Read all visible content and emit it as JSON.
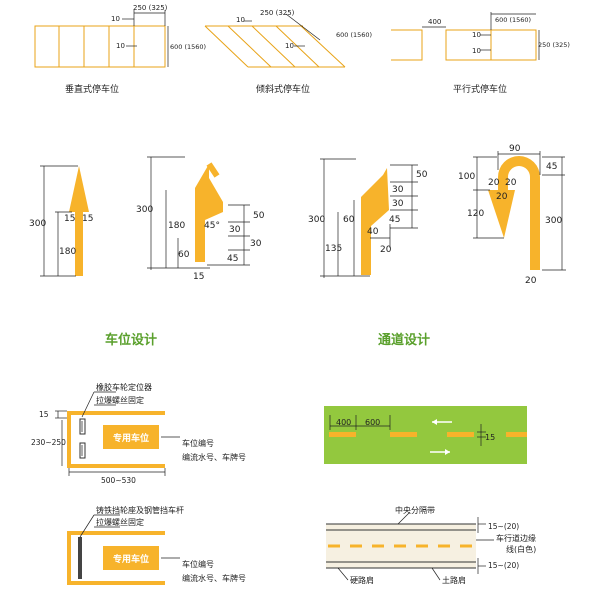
{
  "colors": {
    "yellow": "#f7b32b",
    "yellow_line": "#e8a317",
    "green_field": "#93c83e",
    "heading_green": "#5aa02c",
    "road": "#f6f0e1",
    "dim": "#222222"
  },
  "parking_types": {
    "perpendicular": {
      "caption": "垂直式停车位",
      "d250": "250 (325)",
      "d10a": "10",
      "d10b": "10",
      "d600": "600 (1560)"
    },
    "angled": {
      "caption": "倾斜式停车位",
      "d250": "250 (325)",
      "d10a": "10",
      "d10b": "10",
      "d600": "600 (1560)"
    },
    "parallel": {
      "caption": "平行式停车位",
      "d400": "400",
      "d600": "600 (1560)",
      "d10a": "10",
      "d10b": "10",
      "d250": "250 (325)"
    }
  },
  "arrows": {
    "straight": {
      "d300": "300",
      "d15a": "15",
      "d15b": "15",
      "d180": "180"
    },
    "turn": {
      "d300": "300",
      "d180": "180",
      "d60": "60",
      "d45deg": "45°",
      "d50": "50",
      "d30a": "30",
      "d30b": "30",
      "d45": "45",
      "d15": "15"
    },
    "merge": {
      "d300": "300",
      "d60": "60",
      "d135": "135",
      "d40": "40",
      "d20": "20",
      "d50": "50",
      "d30a": "30",
      "d30b": "30",
      "d45": "45"
    },
    "uturn": {
      "d90": "90",
      "d45": "45",
      "d100": "100",
      "d20a": "20",
      "d20b": "20",
      "d20c": "20",
      "d120": "120",
      "d300": "300",
      "d20d": "20"
    }
  },
  "headings": {
    "parking_design": "车位设计",
    "aisle_design": "通道设计"
  },
  "stall1": {
    "label_top1": "橡胶车轮定位器",
    "label_top2": "拉爆螺丝固定",
    "d15": "15",
    "d230": "230~250",
    "inner_text": "专用车位",
    "label_right1": "车位编号",
    "label_right2": "编流水号、车牌号",
    "d500": "500~530"
  },
  "stall2": {
    "label_top1": "铸铁挡轮座及钢管挡车杆",
    "label_top2": "拉爆螺丝固定",
    "inner_text": "专用车位",
    "label_right1": "车位编号",
    "label_right2": "编流水号、车牌号"
  },
  "aisle": {
    "d400": "400",
    "d600": "600",
    "d15": "15"
  },
  "road": {
    "label_top": "中央分隔带",
    "d15a": "15~(20)",
    "side_label1": "车行道边缘",
    "side_label2": "线(白色)",
    "d15b": "15~(20)",
    "label_b1": "硬路肩",
    "label_b2": "土路肩"
  }
}
